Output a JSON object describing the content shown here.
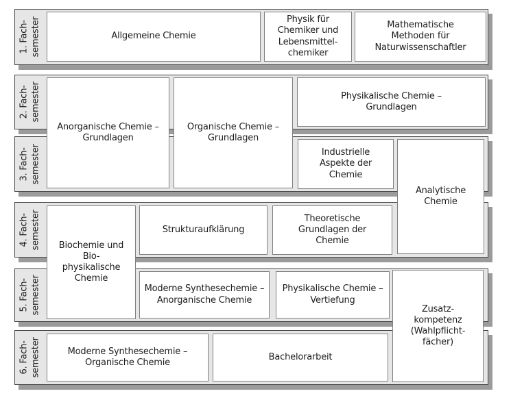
{
  "semesters": [
    {
      "label": "1. Fach-\nsemester"
    },
    {
      "label": "2. Fach-\nsemester"
    },
    {
      "label": "3. Fach-\nsemester"
    },
    {
      "label": "4. Fach-\nsemester"
    },
    {
      "label": "5. Fach-\nsemester"
    },
    {
      "label": "6. Fach-\nsemester"
    }
  ],
  "modules": [
    {
      "label": "Allgemeine Chemie"
    },
    {
      "label": "Physik für\nChemiker und\nLebensmittel-\nchemiker"
    },
    {
      "label": "Mathematische\nMethoden für\nNaturwissenschaftler"
    },
    {
      "label": "Anorganische Chemie –\nGrundlagen"
    },
    {
      "label": "Organische Chemie –\nGrundlagen"
    },
    {
      "label": "Physikalische Chemie –\nGrundlagen"
    },
    {
      "label": "Industrielle\nAspekte der\nChemie"
    },
    {
      "label": "Analytische\nChemie"
    },
    {
      "label": "Biochemie und\nBio-\nphysikalische\nChemie"
    },
    {
      "label": "Strukturaufklärung"
    },
    {
      "label": "Theoretische\nGrundlagen der\nChemie"
    },
    {
      "label": "Moderne Synthesechemie –\nAnorganische Chemie"
    },
    {
      "label": "Physikalische Chemie –\nVertiefung"
    },
    {
      "label": "Zusatz-\nkompetenz\n(Wahlpflicht-\nfächer)"
    },
    {
      "label": "Moderne Synthesechemie –\nOrganische Chemie"
    },
    {
      "label": "Bachelorarbeit"
    }
  ],
  "colors": {
    "background": "#ffffff",
    "band_fill": "#e6e6e6",
    "band_border": "#454545",
    "band_shadow": "#9b9b9b",
    "box_fill": "#ffffff",
    "box_border": "#7f7f7f",
    "text": "#1c1c1c"
  }
}
